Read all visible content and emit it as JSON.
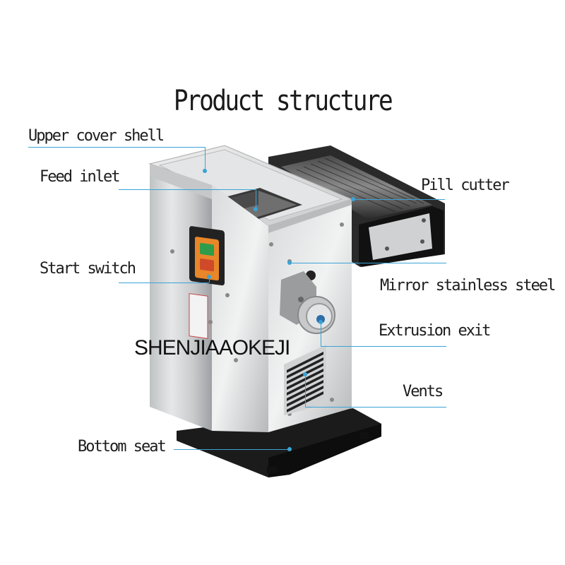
{
  "title": "Product structure",
  "watermark": "SHENJIAAOKEJI",
  "labels": {
    "upper_cover_shell": "Upper cover shell",
    "feed_inlet": "Feed inlet",
    "pill_cutter": "Pill cutter",
    "start_switch": "Start switch",
    "mirror_stainless_steel": "Mirror stainless steel",
    "extrusion_exit": "Extrusion exit",
    "vents": "Vents",
    "bottom_seat": "Bottom seat"
  },
  "colors": {
    "callout_line": "#3aa3d6",
    "switch_orange": "#e8862a",
    "switch_green": "#2e9c4a",
    "base_black": "#1b1b1b"
  }
}
